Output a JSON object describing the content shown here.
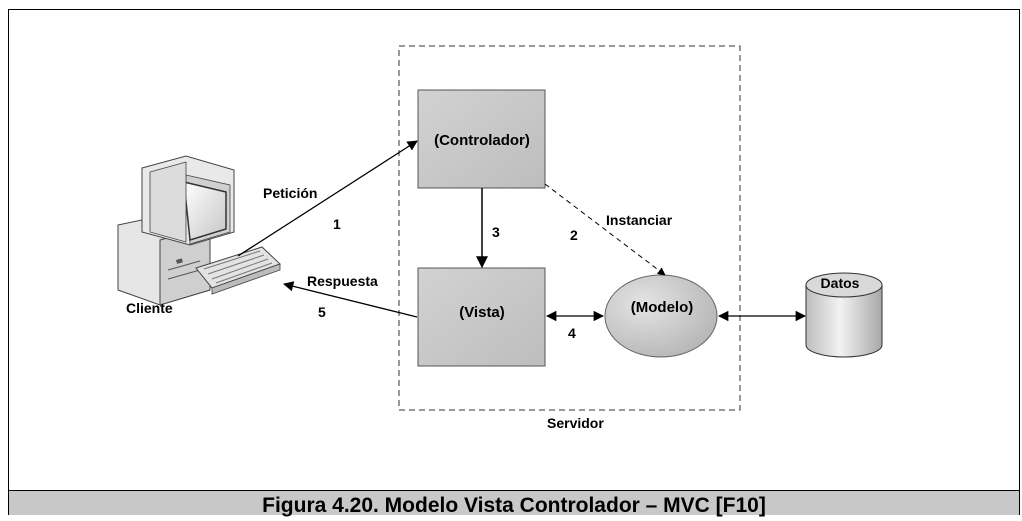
{
  "caption": "Figura 4.20. Modelo Vista Controlador – MVC [F10]",
  "nodes": {
    "controller": "(Controlador)",
    "view": "(Vista)",
    "model": "(Modelo)",
    "data": "Datos",
    "client": "Cliente",
    "server": "Servidor"
  },
  "edges": {
    "request_label": "Petición",
    "request_step": "1",
    "instantiate_label": "Instanciar",
    "instantiate_step": "2",
    "controller_to_view_step": "3",
    "view_model_step": "4",
    "response_label": "Respuesta",
    "response_step": "5"
  },
  "colors": {
    "box_fill": "#c9c9c9",
    "caption_bar": "#c8c8c8",
    "line": "#000000"
  }
}
